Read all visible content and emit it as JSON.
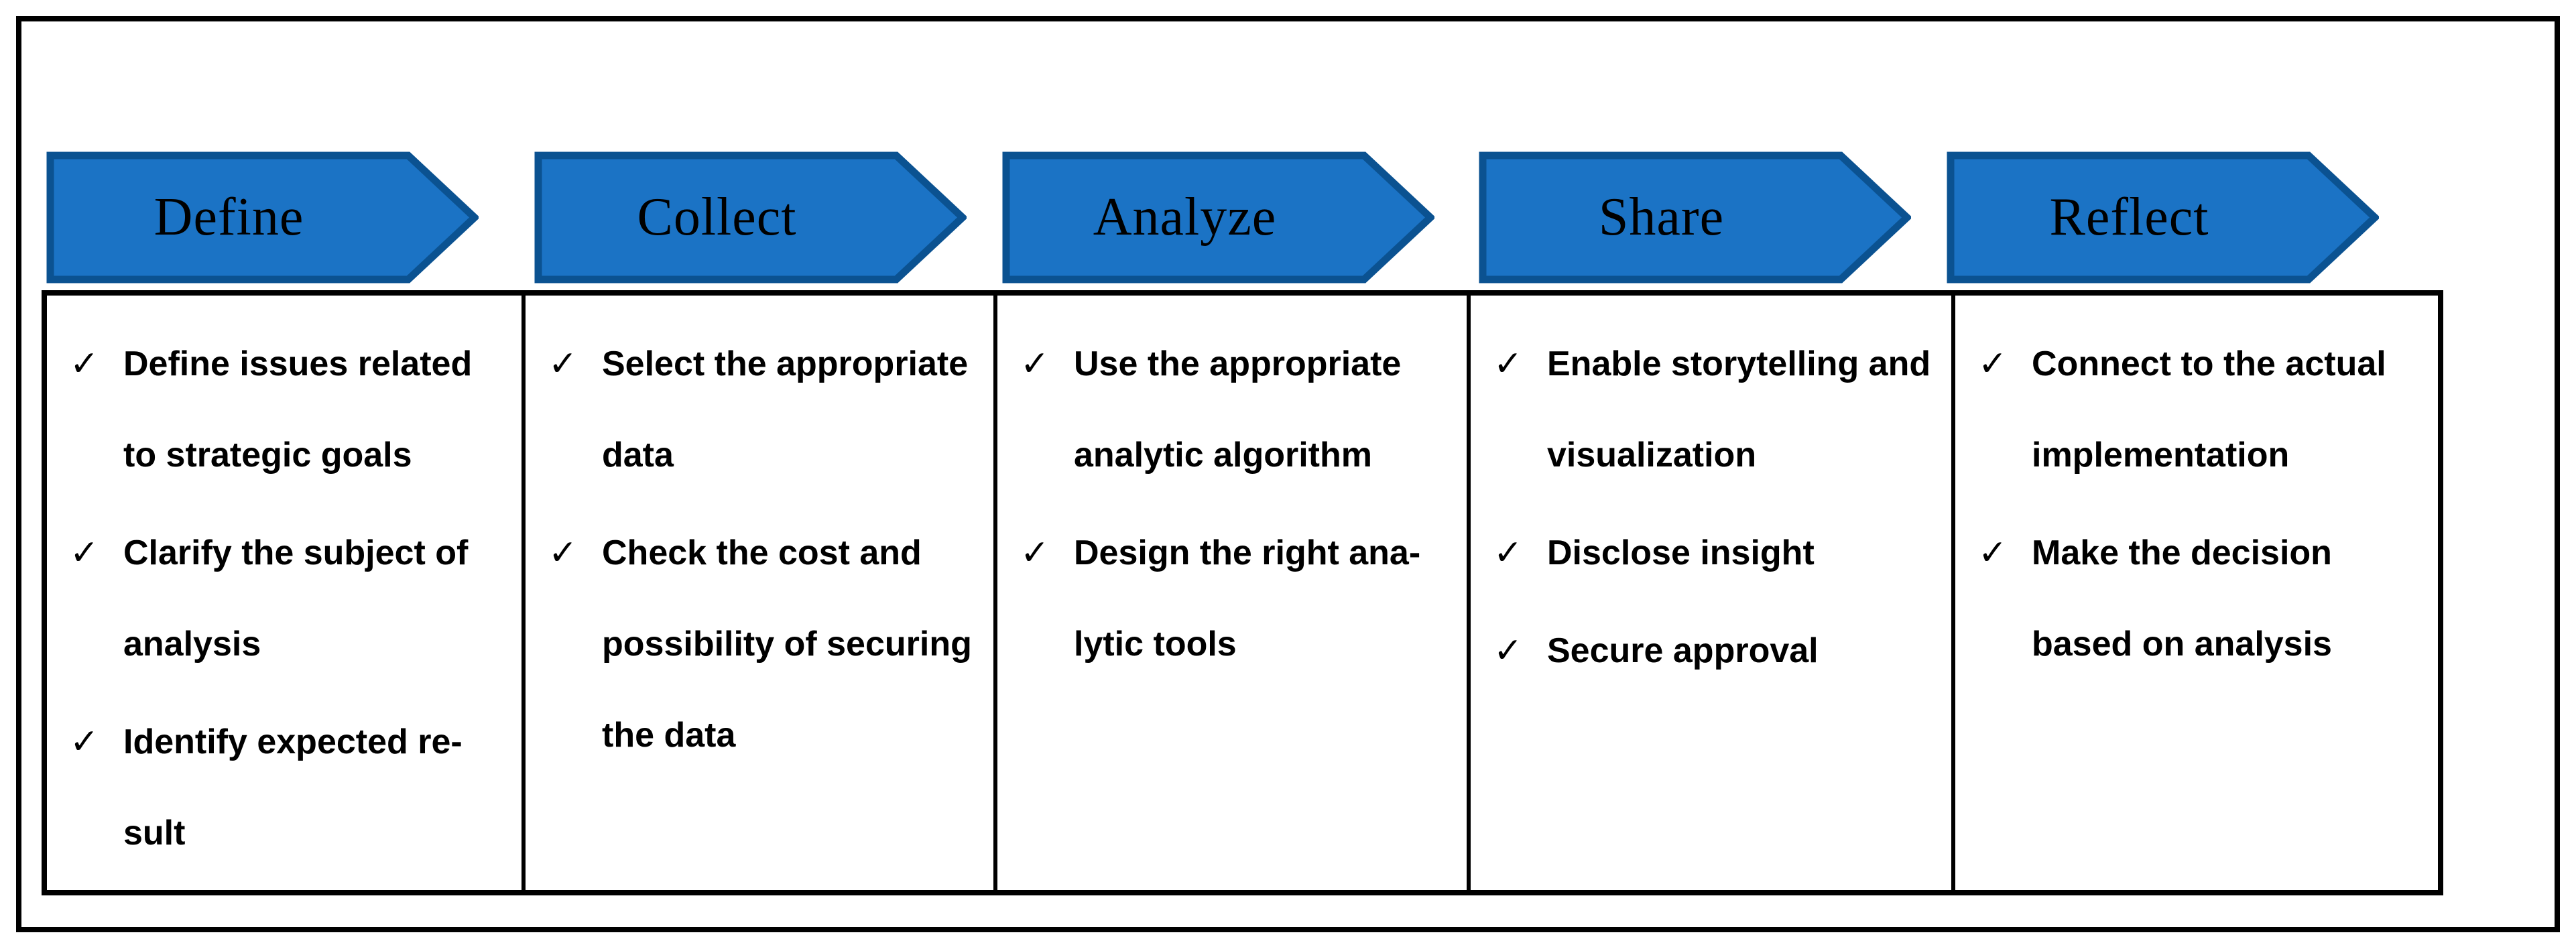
{
  "figure": {
    "type": "process-flow-diagram",
    "description": "Five-step data analysis process with checklist details per step"
  },
  "colors": {
    "arrow_fill": "#1B73C5",
    "arrow_border": "#0B5291",
    "line_color": "#000000",
    "text_color": "#000000",
    "background": "#FFFFFF"
  },
  "icons": {
    "checkmark": "✓"
  },
  "steps": [
    {
      "label": "Define",
      "items": [
        {
          "lines": [
            "Define issues related",
            "to strategic goals"
          ]
        },
        {
          "lines": [
            "Clarify the subject of",
            "analysis"
          ]
        },
        {
          "lines": [
            "Identify expected re-",
            "sult"
          ]
        }
      ]
    },
    {
      "label": "Collect",
      "items": [
        {
          "lines": [
            "Select the appropriate",
            "data"
          ]
        },
        {
          "lines": [
            "Check the cost and",
            "possibility of securing",
            "the data"
          ]
        }
      ]
    },
    {
      "label": "Analyze",
      "items": [
        {
          "lines": [
            "Use the appropriate",
            "analytic algorithm"
          ]
        },
        {
          "lines": [
            "Design the right ana-",
            "lytic tools"
          ]
        }
      ]
    },
    {
      "label": "Share",
      "items": [
        {
          "lines": [
            "Enable storytelling and",
            "visualization"
          ]
        },
        {
          "lines": [
            "Disclose insight"
          ]
        },
        {
          "lines": [
            "Secure approval"
          ]
        }
      ]
    },
    {
      "label": "Reflect",
      "items": [
        {
          "lines": [
            "Connect to the actual",
            "implementation"
          ]
        },
        {
          "lines": [
            "Make the decision",
            "based on analysis"
          ]
        }
      ]
    }
  ]
}
